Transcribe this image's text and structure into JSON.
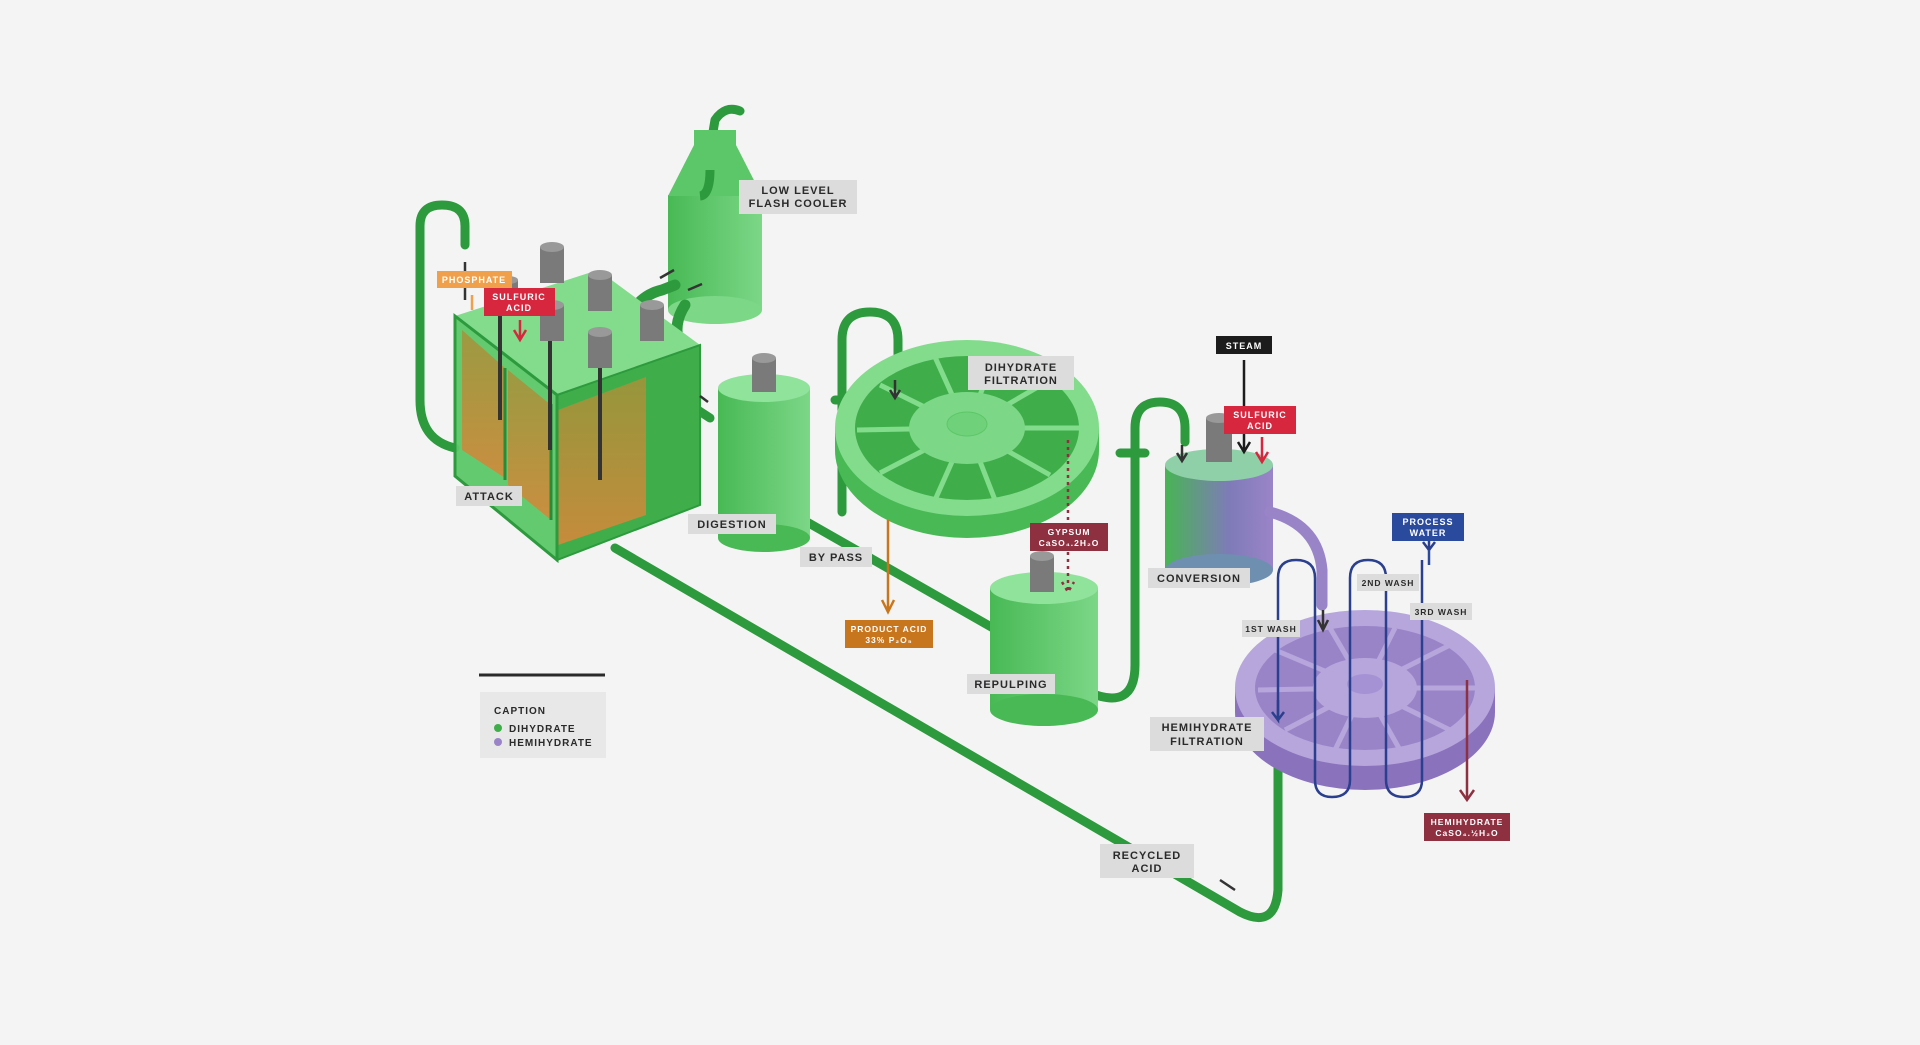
{
  "colors": {
    "background": "#f4f4f4",
    "dihydrate": "#3fae4a",
    "dihydrate_light": "#6fd27a",
    "dihydrate_pipe": "#2d9a3e",
    "hemihydrate": "#9a84c8",
    "hemihydrate_light": "#b6a6dc",
    "label_bg": "#dcdcdc",
    "label_text": "#2a2a2a",
    "phosphate": "#f0a04b",
    "sulfuric": "#d6273f",
    "steam": "#1c1c1c",
    "process_water": "#2a4a9e",
    "product_acid": "#c8761e",
    "gypsum": "#8e3040",
    "wash_line": "#2a3f8e",
    "motor": "#777777"
  },
  "labels": {
    "low_level_flash_cooler": [
      "LOW LEVEL",
      "FLASH COOLER"
    ],
    "phosphate": [
      "PHOSPHATE"
    ],
    "sulfuric_acid_1": [
      "SULFURIC",
      "ACID"
    ],
    "attack": [
      "ATTACK"
    ],
    "digestion": [
      "DIGESTION"
    ],
    "dihydrate_filtration": [
      "DIHYDRATE",
      "FILTRATION"
    ],
    "by_pass": [
      "BY PASS"
    ],
    "product_acid": [
      "PRODUCT ACID",
      "33% P₂O₅"
    ],
    "gypsum": [
      "GYPSUM",
      "CaSO₄.2H₂O"
    ],
    "repulping": [
      "REPULPING"
    ],
    "steam": [
      "STEAM"
    ],
    "sulfuric_acid_2": [
      "SULFURIC",
      "ACID"
    ],
    "conversion": [
      "CONVERSION"
    ],
    "process_water": [
      "PROCESS",
      "WATER"
    ],
    "wash_1": [
      "1ST WASH"
    ],
    "wash_2": [
      "2ND WASH"
    ],
    "wash_3": [
      "3RD WASH"
    ],
    "hemihydrate_filtration": [
      "HEMIHYDRATE",
      "FILTRATION"
    ],
    "hemihydrate_product": [
      "HEMIHYDRATE",
      "CaSO₄.½H₂O"
    ],
    "recycled_acid": [
      "RECYCLED",
      "ACID"
    ]
  },
  "legend": {
    "title": "CAPTION",
    "items": [
      {
        "label": "DIHYDRATE",
        "color": "#3fae4a"
      },
      {
        "label": "HEMIHYDRATE",
        "color": "#9a84c8"
      }
    ]
  }
}
